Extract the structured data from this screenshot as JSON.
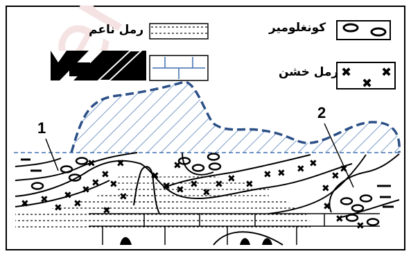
{
  "legend": {
    "conglomerate": {
      "label": "كونغلومير",
      "symbol": "ellipse-pebbles-icon"
    },
    "fine_sand": {
      "label": "رمل ناعم",
      "symbol": "fine-dotted-lines-icon"
    },
    "coarse_sand": {
      "label": "رمل خشن",
      "symbol": "x-crosses-icon"
    },
    "bedrock_symbol": "brick-limestone-icon",
    "black_symbol": "black-zigzag-icon"
  },
  "markers": {
    "one": "1",
    "two": "2"
  },
  "colors": {
    "hatch": "#3d6fb0",
    "outline": "#2b4f86",
    "ink": "#000000",
    "watermark": "#f3dede"
  }
}
